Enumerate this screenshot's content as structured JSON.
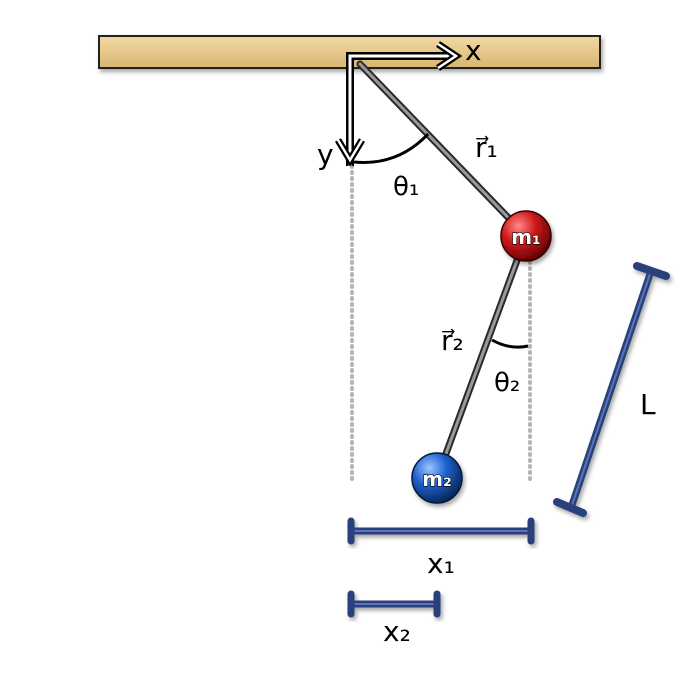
{
  "labels": {
    "x_axis": "x",
    "y_axis": "y",
    "r1": "r⃗₁",
    "r2": "r⃗₂",
    "theta1": "θ₁",
    "theta2": "θ₂",
    "mass1": "m₁",
    "mass2": "m₂",
    "length": "L",
    "x1": "x₁",
    "x2": "x₂"
  },
  "colors": {
    "ceiling_fill": "#e7c98a",
    "ceiling_stroke": "#222222",
    "mass1": "#c81414",
    "mass2": "#1a5bc4",
    "dimension_bar": "#2b3f7a",
    "rod": "#555555",
    "dotted_guides": "#b5b5b5"
  }
}
